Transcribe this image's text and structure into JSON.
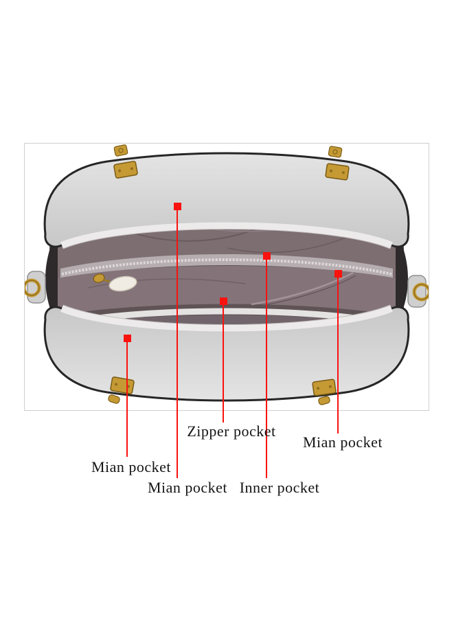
{
  "figure": {
    "subject": "handbag-interior-top-view",
    "labels": [
      {
        "id": "zipper-pocket",
        "text": "Zipper pocket"
      },
      {
        "id": "mian-pocket-right",
        "text": "Mian pocket"
      },
      {
        "id": "mian-pocket-left",
        "text": "Mian pocket"
      },
      {
        "id": "mian-pocket-bottom",
        "text": "Mian pocket"
      },
      {
        "id": "inner-pocket",
        "text": "Inner pocket"
      }
    ],
    "colors": {
      "marker": "#fa120e",
      "leader_line": "#fa120e",
      "label_text": "#141414",
      "bag_leather": "#d8d8d8",
      "bag_lining": "#7d6e72",
      "hardware_gold": "#c59a35"
    }
  }
}
